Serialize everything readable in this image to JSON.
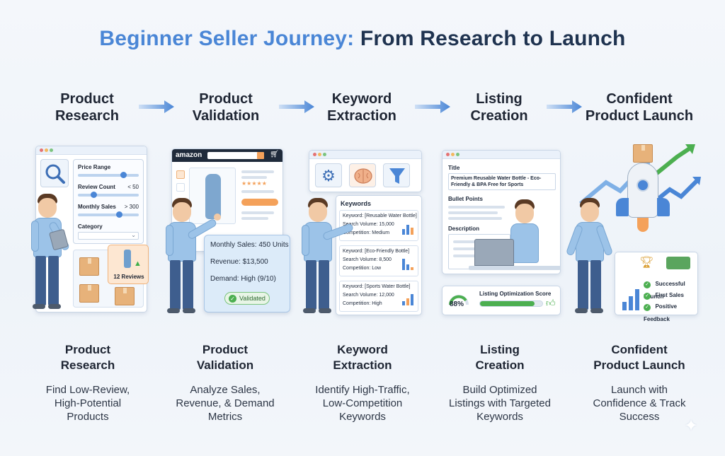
{
  "title": {
    "part1": "Beginner Seller Journey:",
    "part2": "From Research to Launch"
  },
  "colors": {
    "accent_blue": "#4a86d6",
    "title_dark": "#1f3350",
    "shirt": "#9cc3e8",
    "jeans": "#3e5e8e",
    "orange": "#f4a15a",
    "green": "#4caf50"
  },
  "stages": [
    {
      "title_line1": "Product",
      "title_line2": "Research",
      "desc_lines": [
        "Find Low-Review,",
        "High-Potential",
        "Products"
      ]
    },
    {
      "title_line1": "Product",
      "title_line2": "Validation",
      "desc_lines": [
        "Analyze Sales,",
        "Revenue, & Demand",
        "Metrics"
      ]
    },
    {
      "title_line1": "Keyword",
      "title_line2": "Extraction",
      "desc_lines": [
        "Identify High-Traffic,",
        "Low-Competition",
        "Keywords"
      ]
    },
    {
      "title_line1": "Listing",
      "title_line2": "Creation",
      "desc_lines": [
        "Build Optimized",
        "Listings with Targeted",
        "Keywords"
      ]
    },
    {
      "title_line1": "Confident",
      "title_line2": "Product Launch",
      "desc_lines": [
        "Launch with",
        "Confidence & Track",
        "Success"
      ]
    }
  ],
  "research_panel": {
    "price_range": "Price Range",
    "review_count": "Review Count",
    "review_value": "< 50",
    "monthly_sales": "Monthly Sales",
    "sales_value": "> 300",
    "category": "Category",
    "highlight_reviews": "12 Reviews"
  },
  "validation_panel": {
    "logo": "amazon",
    "monthly_sales": "Monthly Sales: 450 Units",
    "revenue": "Revenue: $13,500",
    "demand": "Demand: High (9/10)",
    "badge": "Validated",
    "rating_stars": "★★★★★"
  },
  "keyword_panel": {
    "header": "Keywords",
    "items": [
      {
        "keyword": "Keyword: [Reusable Water Bottle]",
        "volume": "Search Volume: 15,000",
        "competition": "Competition: Medium"
      },
      {
        "keyword": "Keyword: [Eco-Friendly Bottle]",
        "volume": "Search Volume: 8,500",
        "competition": "Competition: Low"
      },
      {
        "keyword": "Keyword: [Sports Water Bottle]",
        "volume": "Search Volume: 12,000",
        "competition": "Competition: High"
      }
    ]
  },
  "listing_panel": {
    "title_label": "Title",
    "title_value": "Premium Reusable Water Bottle - Eco-Friendly & BPA Free for Sports",
    "bullets_label": "Bullet Points",
    "description_label": "Description",
    "score_label": "Listing Optimization Score",
    "score_value": "88%",
    "score_fraction": 0.88
  },
  "launch_panel": {
    "checks": [
      "Successful Launch",
      "First Sales",
      "Positive Feedback"
    ]
  }
}
